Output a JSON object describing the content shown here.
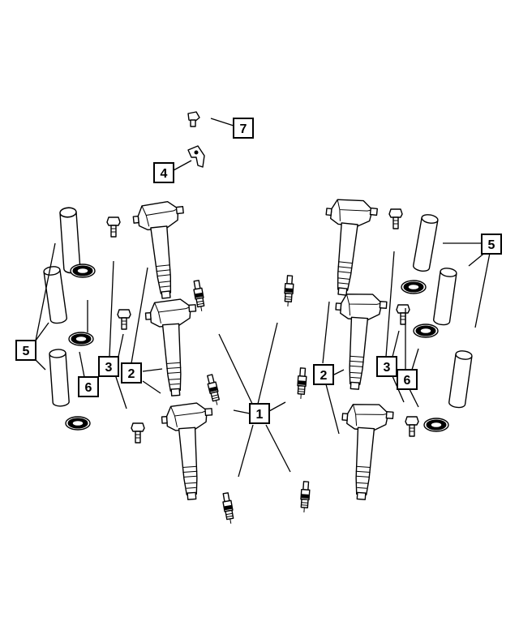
{
  "diagram": {
    "callouts": {
      "c1": "1",
      "c2a": "2",
      "c2b": "2",
      "c3a": "3",
      "c3b": "3",
      "c4": "4",
      "c5a": "5",
      "c5b": "5",
      "c6a": "6",
      "c6b": "6",
      "c7": "7"
    },
    "colors": {
      "line": "#000000",
      "background": "#ffffff"
    }
  }
}
